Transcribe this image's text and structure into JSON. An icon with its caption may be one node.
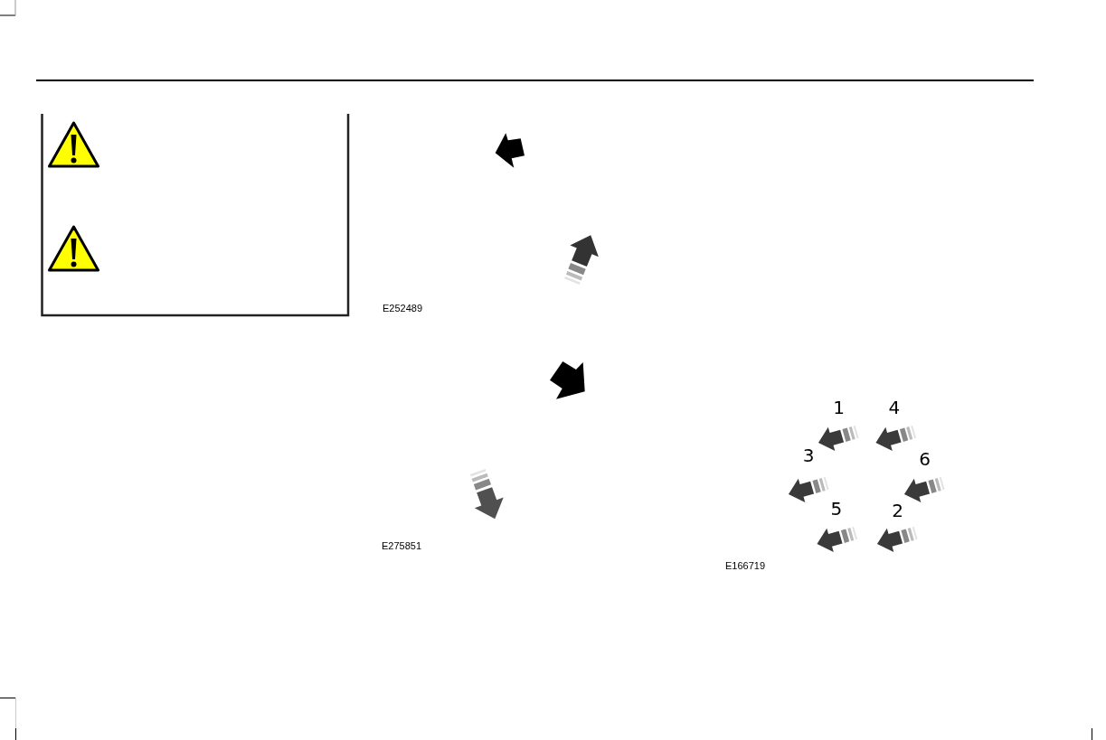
{
  "diagram": {
    "labels": [
      "E252489",
      "E275851",
      "1",
      "4",
      "3",
      "6",
      "5",
      "2",
      "E166719"
    ]
  }
}
